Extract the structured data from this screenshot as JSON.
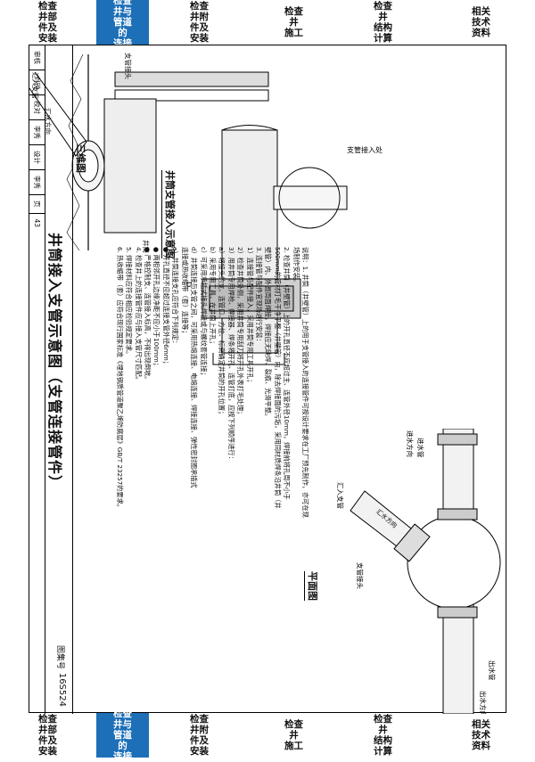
{
  "tabs": [
    {
      "label": [
        "检查",
        "井部",
        "件及",
        "安装"
      ],
      "active": false
    },
    {
      "label": [
        "检查",
        "井与",
        "管道",
        "的",
        "连接"
      ],
      "active": true
    },
    {
      "label": [
        "检查",
        "井附",
        "件及",
        "安装"
      ],
      "active": false
    },
    {
      "label": [
        "检查",
        "井",
        "施工"
      ],
      "active": false
    },
    {
      "label": [
        "检查",
        "井",
        "结构",
        "计算"
      ],
      "active": false
    },
    {
      "label": [
        "相关",
        "技术",
        "资料"
      ],
      "active": false
    }
  ],
  "colors": {
    "accent": "#1d6fb8"
  },
  "plan": {
    "title": "平面图",
    "outlet_pipe": "出水管",
    "outlet_direction": "出水方向",
    "branch_connector": "支管接头",
    "inlet_pipe": "进水管",
    "inlet_direction": "进水方向",
    "branch_inlet": "汇入支管",
    "branch_flow": "汇水方向"
  },
  "section": {
    "title": "井筒支管接入示意图",
    "connect_point": "支管接入处"
  },
  "iso": {
    "title": "三维图",
    "shaft": "井筒",
    "branch_connector": "支管接头",
    "branch_inlet": "汇入支管",
    "flow": "汇水方向"
  },
  "notes": [
    "说明：1. 井筒（井壁管）上的用于支管接入的连接管件可按设计要求在工厂预先制作，亦可在现",
    "          场制作安装。",
    "       2. 检查井筒（井壁管）上的开孔直径不应超过主、连管外径10mm，焊接前将孔周不小于",
    "          500mm的管材打毛干净平整（井壁管）内，除去焊接面的污垢，采用同材质焊条沿井筒（井",
    "          壁管）内、外圆周面焊接，焊接应无缺焊、裂痕、光滑平整。",
    "       3. 连接管与配件宜现场进行安装：",
    "          1）连接管与配件接入，采用井筒专用工具开孔；",
    "          2）检查井筒外侧，采用井筒专用刮刀将开孔外表打毛处理；",
    "          3）用井筒专用焊枪、焊接器、焊条将开孔、连管打底，应按下列顺序进行：",
    "             a）将接头的支、连管口、方位、标高确定井筒的开孔位置；",
    "             b）采用专用工具，在井筒上开孔；",
    "             c）可采用承插式接头焊接或与螺纹套管连接；",
    "             d）井筒连接与支管之间，可采用热熔连接、电熔连接、焊接连接、弹性密封圈承插式",
    "                 连接或热收缩带（套）连接等；",
    "          e）井筒连接支孔应符合下列规定：",
    "             ● 开孔直径不应超过连接支管外径6mm；",
    "             ● 两相邻开孔边缘净距不应小于100mm；",
    "             ● 严格控制支、连管接入标高，不得出现倒坡。",
    "       4. 检查井上的连接管件应与接入支管尺寸匹配。",
    "       5. 焊接材料应符合相应检验规定要求。",
    "       6. 热收缩带（套）应符合现行国家标准《埋地钢质管道聚乙烯防腐层》GB/T 23257的要求。"
  ],
  "title_block": {
    "title": "井筒接入支管示意图（支管连接管件）",
    "atlas_label": "图集号",
    "atlas_no": "16S524",
    "page_label": "页",
    "page_no": "43",
    "review_label": "审核",
    "review_name": "刘锐",
    "check_label": "校对",
    "check_name": "李秀",
    "design_label": "设计",
    "design_name": "李秀"
  }
}
